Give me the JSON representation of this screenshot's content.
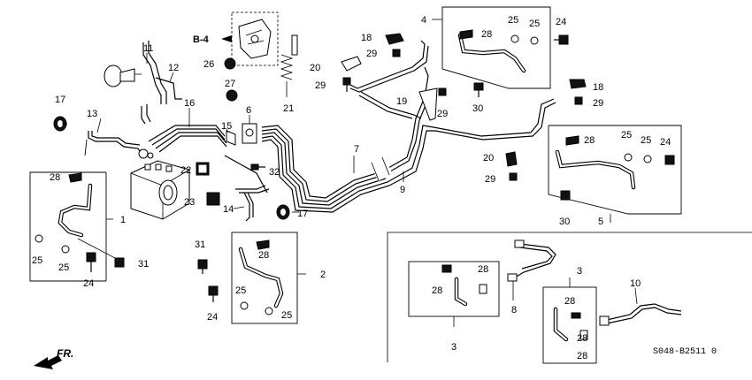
{
  "diagram": {
    "code": "S048-B2511 0",
    "direction": "FR.",
    "ref_label": "B-4",
    "callouts": [
      {
        "id": "c1",
        "text": "1"
      },
      {
        "id": "c2",
        "text": "2"
      },
      {
        "id": "c3a",
        "text": "3"
      },
      {
        "id": "c3b",
        "text": "3"
      },
      {
        "id": "c4",
        "text": "4"
      },
      {
        "id": "c5",
        "text": "5"
      },
      {
        "id": "c6",
        "text": "6"
      },
      {
        "id": "c7",
        "text": "7"
      },
      {
        "id": "c8",
        "text": "8"
      },
      {
        "id": "c9",
        "text": "9"
      },
      {
        "id": "c10",
        "text": "10"
      },
      {
        "id": "c11",
        "text": "11"
      },
      {
        "id": "c12",
        "text": "12"
      },
      {
        "id": "c13",
        "text": "13"
      },
      {
        "id": "c14",
        "text": "14"
      },
      {
        "id": "c15",
        "text": "15"
      },
      {
        "id": "c16",
        "text": "16"
      },
      {
        "id": "c17a",
        "text": "17"
      },
      {
        "id": "c17b",
        "text": "17"
      },
      {
        "id": "c18a",
        "text": "18"
      },
      {
        "id": "c18b",
        "text": "18"
      },
      {
        "id": "c19",
        "text": "19"
      },
      {
        "id": "c20a",
        "text": "20"
      },
      {
        "id": "c20b",
        "text": "20"
      },
      {
        "id": "c21",
        "text": "21"
      },
      {
        "id": "c22",
        "text": "22"
      },
      {
        "id": "c23",
        "text": "23"
      },
      {
        "id": "c24a",
        "text": "24"
      },
      {
        "id": "c24b",
        "text": "24"
      },
      {
        "id": "c24c",
        "text": "24"
      },
      {
        "id": "c24d",
        "text": "24"
      },
      {
        "id": "c25a",
        "text": "25"
      },
      {
        "id": "c25b",
        "text": "25"
      },
      {
        "id": "c25c",
        "text": "25"
      },
      {
        "id": "c25d",
        "text": "25"
      },
      {
        "id": "c25e",
        "text": "25"
      },
      {
        "id": "c25f",
        "text": "25"
      },
      {
        "id": "c25g",
        "text": "25"
      },
      {
        "id": "c25h",
        "text": "25"
      },
      {
        "id": "c26",
        "text": "26"
      },
      {
        "id": "c27",
        "text": "27"
      },
      {
        "id": "c28a",
        "text": "28"
      },
      {
        "id": "c28b",
        "text": "28"
      },
      {
        "id": "c28c",
        "text": "28"
      },
      {
        "id": "c28d",
        "text": "28"
      },
      {
        "id": "c28e",
        "text": "28"
      },
      {
        "id": "c28f",
        "text": "28"
      },
      {
        "id": "c28g",
        "text": "28"
      },
      {
        "id": "c28h",
        "text": "28"
      },
      {
        "id": "c28i",
        "text": "28"
      },
      {
        "id": "c29a",
        "text": "29"
      },
      {
        "id": "c29b",
        "text": "29"
      },
      {
        "id": "c29c",
        "text": "29"
      },
      {
        "id": "c29d",
        "text": "29"
      },
      {
        "id": "c29e",
        "text": "29"
      },
      {
        "id": "c30a",
        "text": "30"
      },
      {
        "id": "c30b",
        "text": "30"
      },
      {
        "id": "c31a",
        "text": "31"
      },
      {
        "id": "c31b",
        "text": "31"
      },
      {
        "id": "c32",
        "text": "32"
      }
    ]
  }
}
